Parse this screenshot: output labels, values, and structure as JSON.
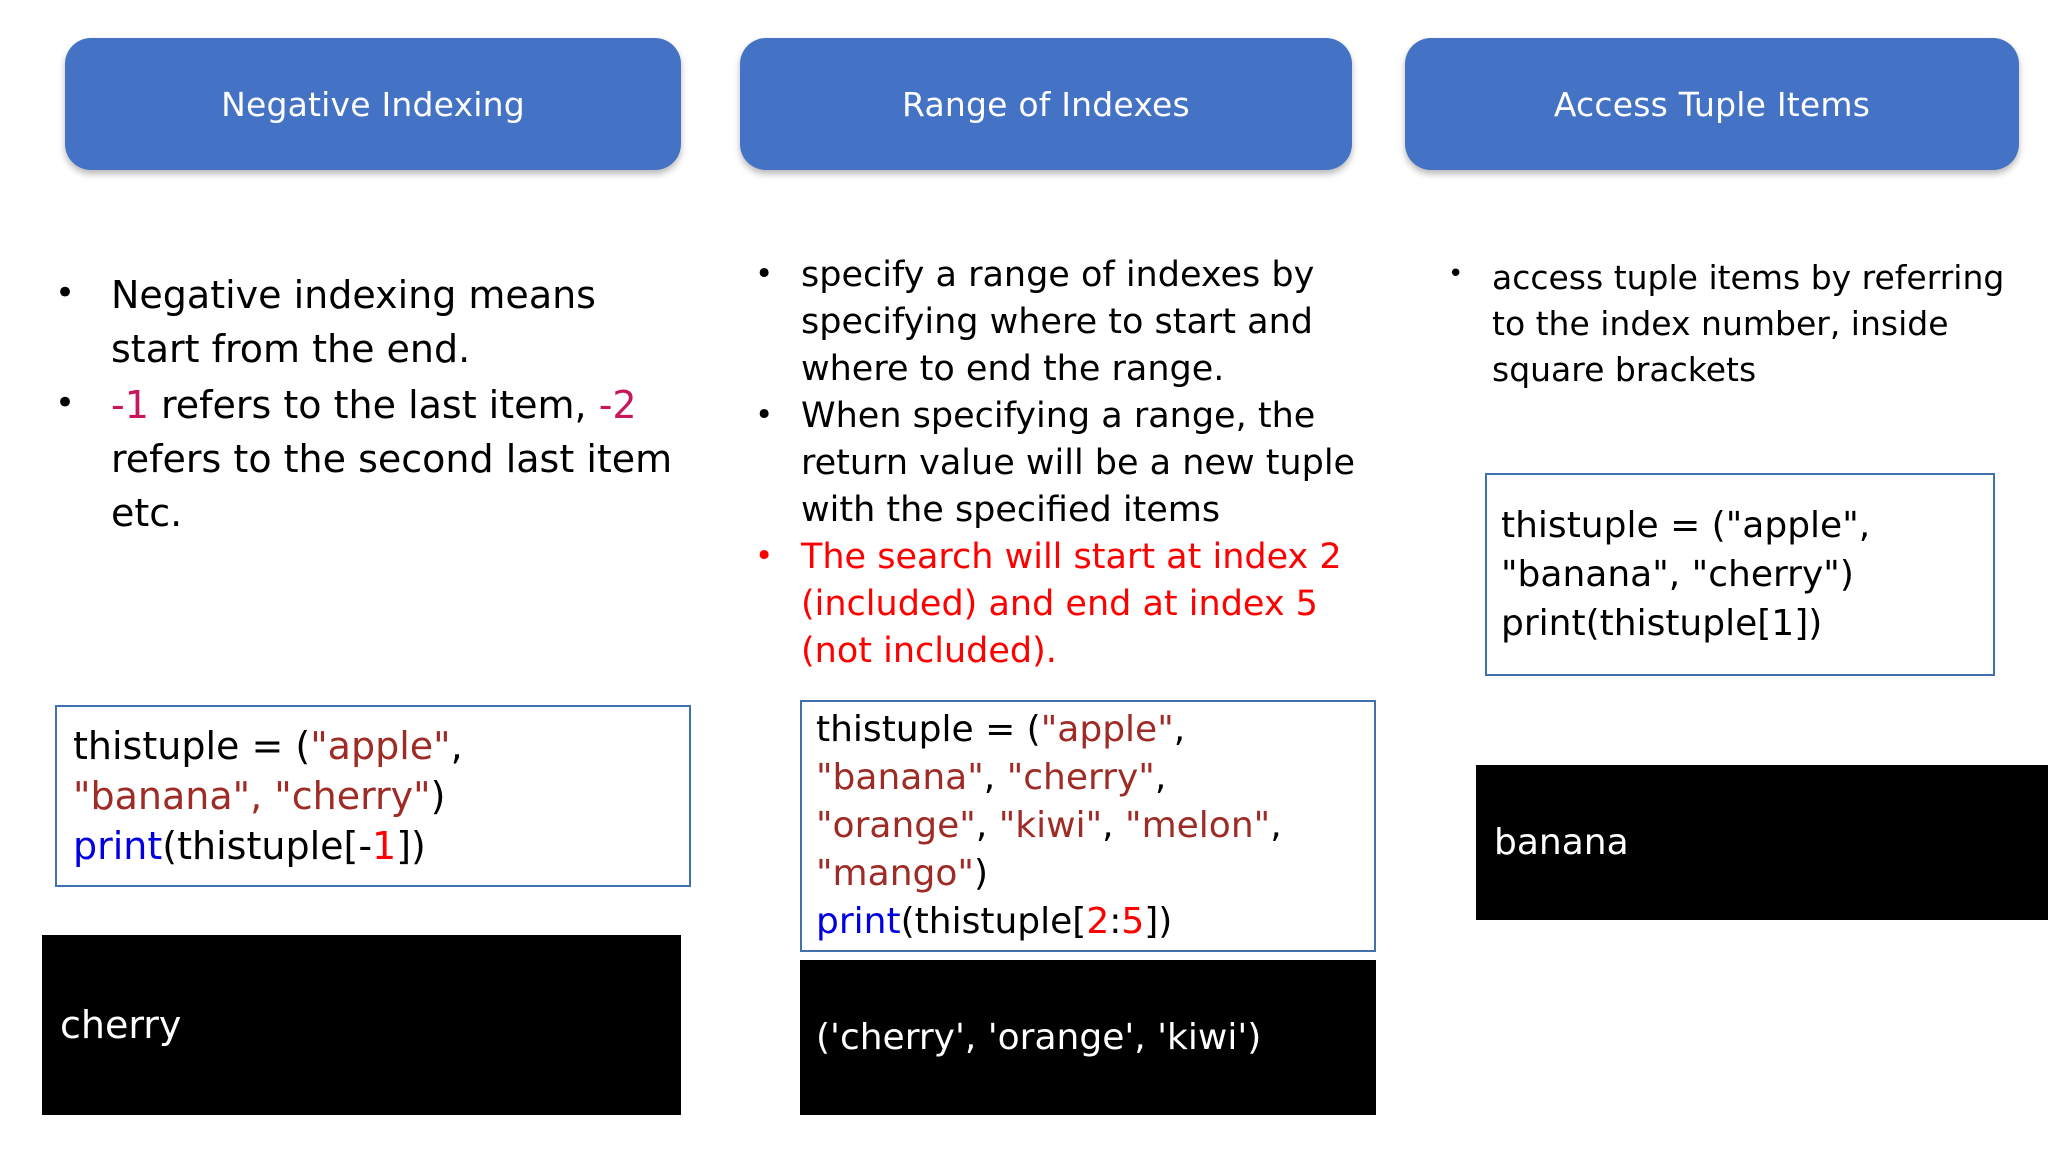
{
  "slide": {
    "background": "#FFFFFF",
    "accent_color": "#4472C4",
    "alert_color": "#FF0000",
    "string_color": "#9E2B25",
    "keyword_color": "#0000E0",
    "number_color": "#FF0000",
    "crimson_color": "#C8155B",
    "console_bg": "#000000",
    "code_border_color": "#4272AD"
  },
  "columns": [
    {
      "id": "negative-indexing",
      "header": {
        "label": "Negative Indexing"
      },
      "bullets": [
        {
          "marker": "•",
          "color": "black",
          "segments": [
            {
              "text": "Negative indexing means start from the end.",
              "color": "#000000"
            }
          ]
        },
        {
          "marker": "•",
          "color": "black",
          "segments": [
            {
              "text": "-1",
              "color": "#C8155B"
            },
            {
              "text": " refers to the last item, ",
              "color": "#000000"
            },
            {
              "text": "-2",
              "color": "#C8155B"
            },
            {
              "text": " refers to the second last item etc.",
              "color": "#000000"
            }
          ]
        }
      ],
      "code": {
        "lines": [
          [
            {
              "text": "thistuple = (",
              "token": "plain"
            },
            {
              "text": "\"apple\"",
              "token": "string"
            },
            {
              "text": ",",
              "token": "plain"
            }
          ],
          [
            {
              "text": "\"banana\", \"cherry\"",
              "token": "string"
            },
            {
              "text": ")",
              "token": "plain"
            }
          ],
          [
            {
              "text": "print",
              "token": "function"
            },
            {
              "text": "(thistuple[-",
              "token": "plain"
            },
            {
              "text": "1",
              "token": "number"
            },
            {
              "text": "])",
              "token": "plain"
            }
          ]
        ]
      },
      "output": {
        "text": "cherry"
      }
    },
    {
      "id": "range-of-indexes",
      "header": {
        "label": "Range of Indexes"
      },
      "bullets": [
        {
          "marker": "•",
          "color": "black",
          "segments": [
            {
              "text": "specify a range of indexes by specifying where to start and where to end the range.",
              "color": "#000000"
            }
          ]
        },
        {
          "marker": "•",
          "color": "black",
          "segments": [
            {
              "text": "When specifying a range, the return value will be a new tuple with the specified items",
              "color": "#000000"
            }
          ]
        },
        {
          "marker": "•",
          "color": "red",
          "segments": [
            {
              "text": "The search will start at index 2 (included) and end at index 5 (not included).",
              "color": "#FF0000"
            }
          ]
        }
      ],
      "code": {
        "lines": [
          [
            {
              "text": "thistuple = (",
              "token": "plain"
            },
            {
              "text": "\"apple\"",
              "token": "string"
            },
            {
              "text": ",",
              "token": "plain"
            }
          ],
          [
            {
              "text": "\"banana\"",
              "token": "string"
            },
            {
              "text": ", ",
              "token": "plain"
            },
            {
              "text": "\"cherry\"",
              "token": "string"
            },
            {
              "text": ",",
              "token": "plain"
            }
          ],
          [
            {
              "text": "\"orange\"",
              "token": "string"
            },
            {
              "text": ", ",
              "token": "plain"
            },
            {
              "text": "\"kiwi\"",
              "token": "string"
            },
            {
              "text": ", ",
              "token": "plain"
            },
            {
              "text": "\"melon\"",
              "token": "string"
            },
            {
              "text": ",",
              "token": "plain"
            }
          ],
          [
            {
              "text": "\"mango\"",
              "token": "string"
            },
            {
              "text": ")",
              "token": "plain"
            }
          ],
          [
            {
              "text": "print",
              "token": "function"
            },
            {
              "text": "(thistuple[",
              "token": "plain"
            },
            {
              "text": "2",
              "token": "number"
            },
            {
              "text": ":",
              "token": "plain"
            },
            {
              "text": "5",
              "token": "number"
            },
            {
              "text": "])",
              "token": "plain"
            }
          ]
        ]
      },
      "output": {
        "text": "('cherry', 'orange', 'kiwi')"
      }
    },
    {
      "id": "access-tuple-items",
      "header": {
        "label": "Access Tuple Items"
      },
      "bullets": [
        {
          "marker": "•",
          "color": "black",
          "segments": [
            {
              "text": "access tuple items by referring to the index number, inside square brackets",
              "color": "#000000"
            }
          ]
        }
      ],
      "code": {
        "lines": [
          [
            {
              "text": "thistuple = (\"apple\",",
              "token": "plain"
            }
          ],
          [
            {
              "text": "\"banana\", \"cherry\")",
              "token": "plain"
            }
          ],
          [
            {
              "text": "print(thistuple[1])",
              "token": "plain"
            }
          ]
        ]
      },
      "output": {
        "text": "banana"
      }
    }
  ]
}
